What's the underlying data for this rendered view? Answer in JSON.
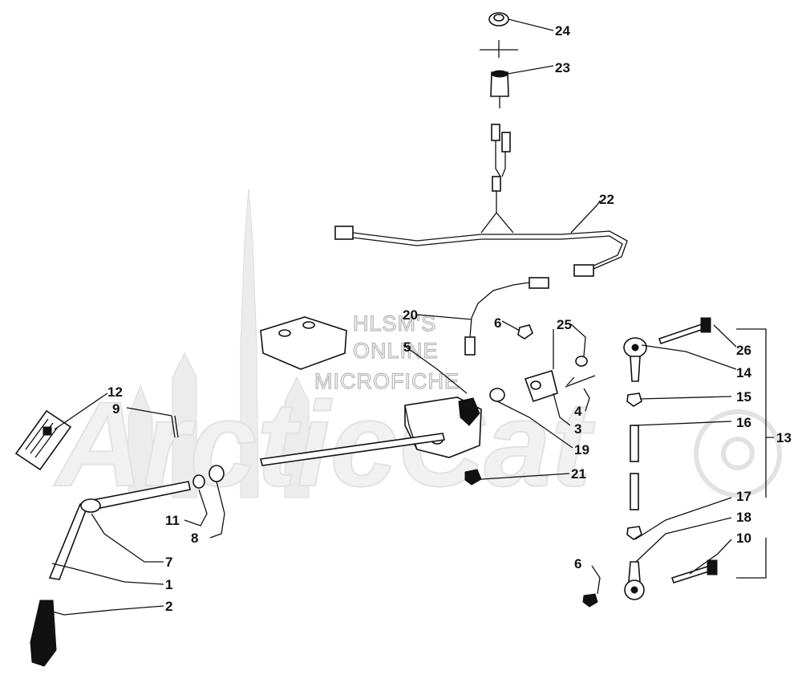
{
  "watermark": {
    "line1": "HLSM'S",
    "line2": "ONLINE",
    "line3": "MICROFICHE",
    "logo": "ArcticCat",
    "color": "#b5b5b5"
  },
  "callouts": [
    {
      "id": "24",
      "label": "24"
    },
    {
      "id": "23",
      "label": "23"
    },
    {
      "id": "22",
      "label": "22"
    },
    {
      "id": "20",
      "label": "20"
    },
    {
      "id": "5",
      "label": "5"
    },
    {
      "id": "6a",
      "label": "6"
    },
    {
      "id": "25",
      "label": "25"
    },
    {
      "id": "26",
      "label": "26"
    },
    {
      "id": "14",
      "label": "14"
    },
    {
      "id": "15",
      "label": "15"
    },
    {
      "id": "16",
      "label": "16"
    },
    {
      "id": "13",
      "label": "13"
    },
    {
      "id": "4",
      "label": "4"
    },
    {
      "id": "3",
      "label": "3"
    },
    {
      "id": "19",
      "label": "19"
    },
    {
      "id": "21",
      "label": "21"
    },
    {
      "id": "12",
      "label": "12"
    },
    {
      "id": "9",
      "label": "9"
    },
    {
      "id": "11",
      "label": "11"
    },
    {
      "id": "8",
      "label": "8"
    },
    {
      "id": "7",
      "label": "7"
    },
    {
      "id": "1",
      "label": "1"
    },
    {
      "id": "2",
      "label": "2"
    },
    {
      "id": "17",
      "label": "17"
    },
    {
      "id": "18",
      "label": "18"
    },
    {
      "id": "10",
      "label": "10"
    },
    {
      "id": "6b",
      "label": "6"
    }
  ]
}
